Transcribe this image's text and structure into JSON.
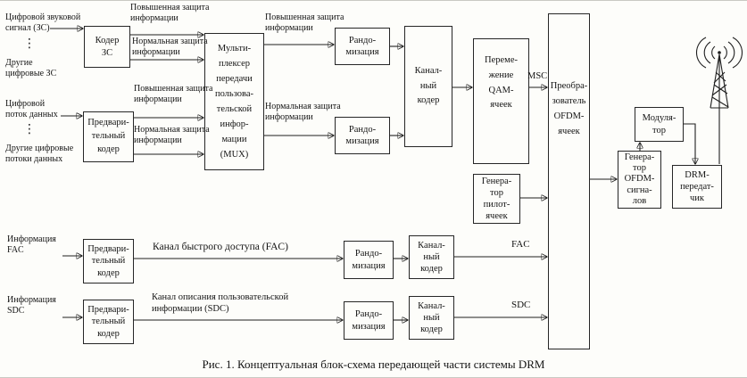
{
  "caption": "Рис. 1. Концептуальная блок-схема передающей части системы DRM",
  "inputs": {
    "audio_signal": [
      "Цифровой звуковой",
      "сигнал (ЗС)"
    ],
    "audio_more": [
      "Другие",
      "цифровые ЗС"
    ],
    "data_stream": [
      "Цифровой",
      "поток данных"
    ],
    "data_more": [
      "Другие цифровые",
      "потоки данных"
    ],
    "fac_info": [
      "Информация",
      "FAC"
    ],
    "sdc_info": [
      "Информация",
      "SDC"
    ],
    "ellipsis": "⋮"
  },
  "blocks": {
    "audio_coder": [
      "Кодер",
      "ЗС"
    ],
    "pre_coder": [
      "Предвари-",
      "тельный",
      "кодер"
    ],
    "mux": [
      "Мульти-",
      "плексер",
      "передачи",
      "пользова-",
      "тельской",
      "инфор-",
      "мации",
      "(MUX)"
    ],
    "randomizer": [
      "Рандо-",
      "мизация"
    ],
    "channel_coder": [
      "Канал-",
      "ный",
      "кодер"
    ],
    "qam_interleaver": [
      "Переме-",
      "жение",
      "QAM-",
      "ячеек"
    ],
    "pilot_generator": [
      "Генера-",
      "тор",
      "пилот-",
      "ячеек"
    ],
    "ofdm_cell_mapper": [
      "Преобра-",
      "зователь",
      "OFDM-",
      "ячеек"
    ],
    "modulator": [
      "Модуля-",
      "тор"
    ],
    "ofdm_signal_generator": [
      "Генера-",
      "тор",
      "OFDM-",
      "сигна-",
      "лов"
    ],
    "drm_transmitter": [
      "DRM-",
      "передат-",
      "чик"
    ]
  },
  "edge_labels": {
    "enhanced_protection": [
      "Повышенная защита",
      "информации"
    ],
    "normal_protection": [
      "Нормальная защита",
      "информации"
    ],
    "msc": "MSC",
    "fac": "FAC",
    "sdc": "SDC",
    "fac_channel": "Канал быстрого доступа (FAC)",
    "sdc_channel": [
      "Канал описания пользовательской",
      "информации (SDC)"
    ]
  },
  "icons": {
    "antenna": "radio-transmission-tower"
  }
}
